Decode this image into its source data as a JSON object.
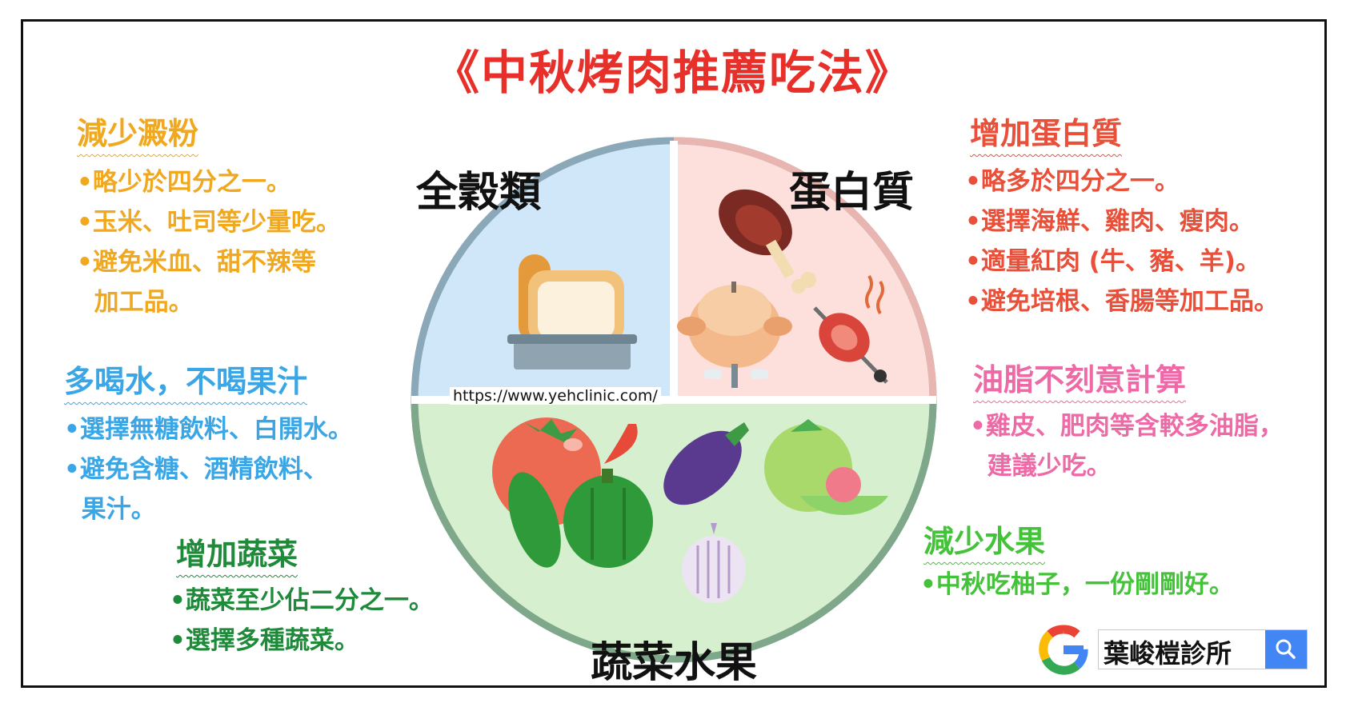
{
  "title": "《中秋烤肉推薦吃法》",
  "quadrants": {
    "grains": "全穀類",
    "protein": "蛋白質",
    "veg_fruit": "蔬菜水果"
  },
  "url": "https://www.yehclinic.com/",
  "sections": {
    "starch": {
      "heading": "減少澱粉",
      "color": "#f0a81e",
      "items": [
        "•略少於四分之一。",
        "•玉米、吐司等少量吃。",
        "•避免米血、甜不辣等",
        "  加工品。"
      ]
    },
    "water": {
      "heading": "多喝水，不喝果汁",
      "color": "#3ba6e6",
      "items": [
        "•選擇無糖飲料、白開水。",
        "•避免含糖、酒精飲料、",
        "  果汁。"
      ]
    },
    "vegetables": {
      "heading": "增加蔬菜",
      "color": "#1f8a3a",
      "items": [
        "•蔬菜至少佔二分之一。",
        "•選擇多種蔬菜。"
      ]
    },
    "protein": {
      "heading": "增加蛋白質",
      "color": "#e8503a",
      "items": [
        "•略多於四分之一。",
        "•選擇海鮮、雞肉、瘦肉。",
        "•適量紅肉 (牛、豬、羊)。",
        "•避免培根、香腸等加工品。"
      ]
    },
    "fat": {
      "heading": "油脂不刻意計算",
      "color": "#ee6aa6",
      "items": [
        "•雞皮、肥肉等含較多油脂，",
        "  建議少吃。"
      ]
    },
    "fruit": {
      "heading": "減少水果",
      "color": "#44c23a",
      "items": [
        "•中秋吃柚子，一份剛剛好。"
      ]
    }
  },
  "search": {
    "query": "葉峻榿診所"
  }
}
